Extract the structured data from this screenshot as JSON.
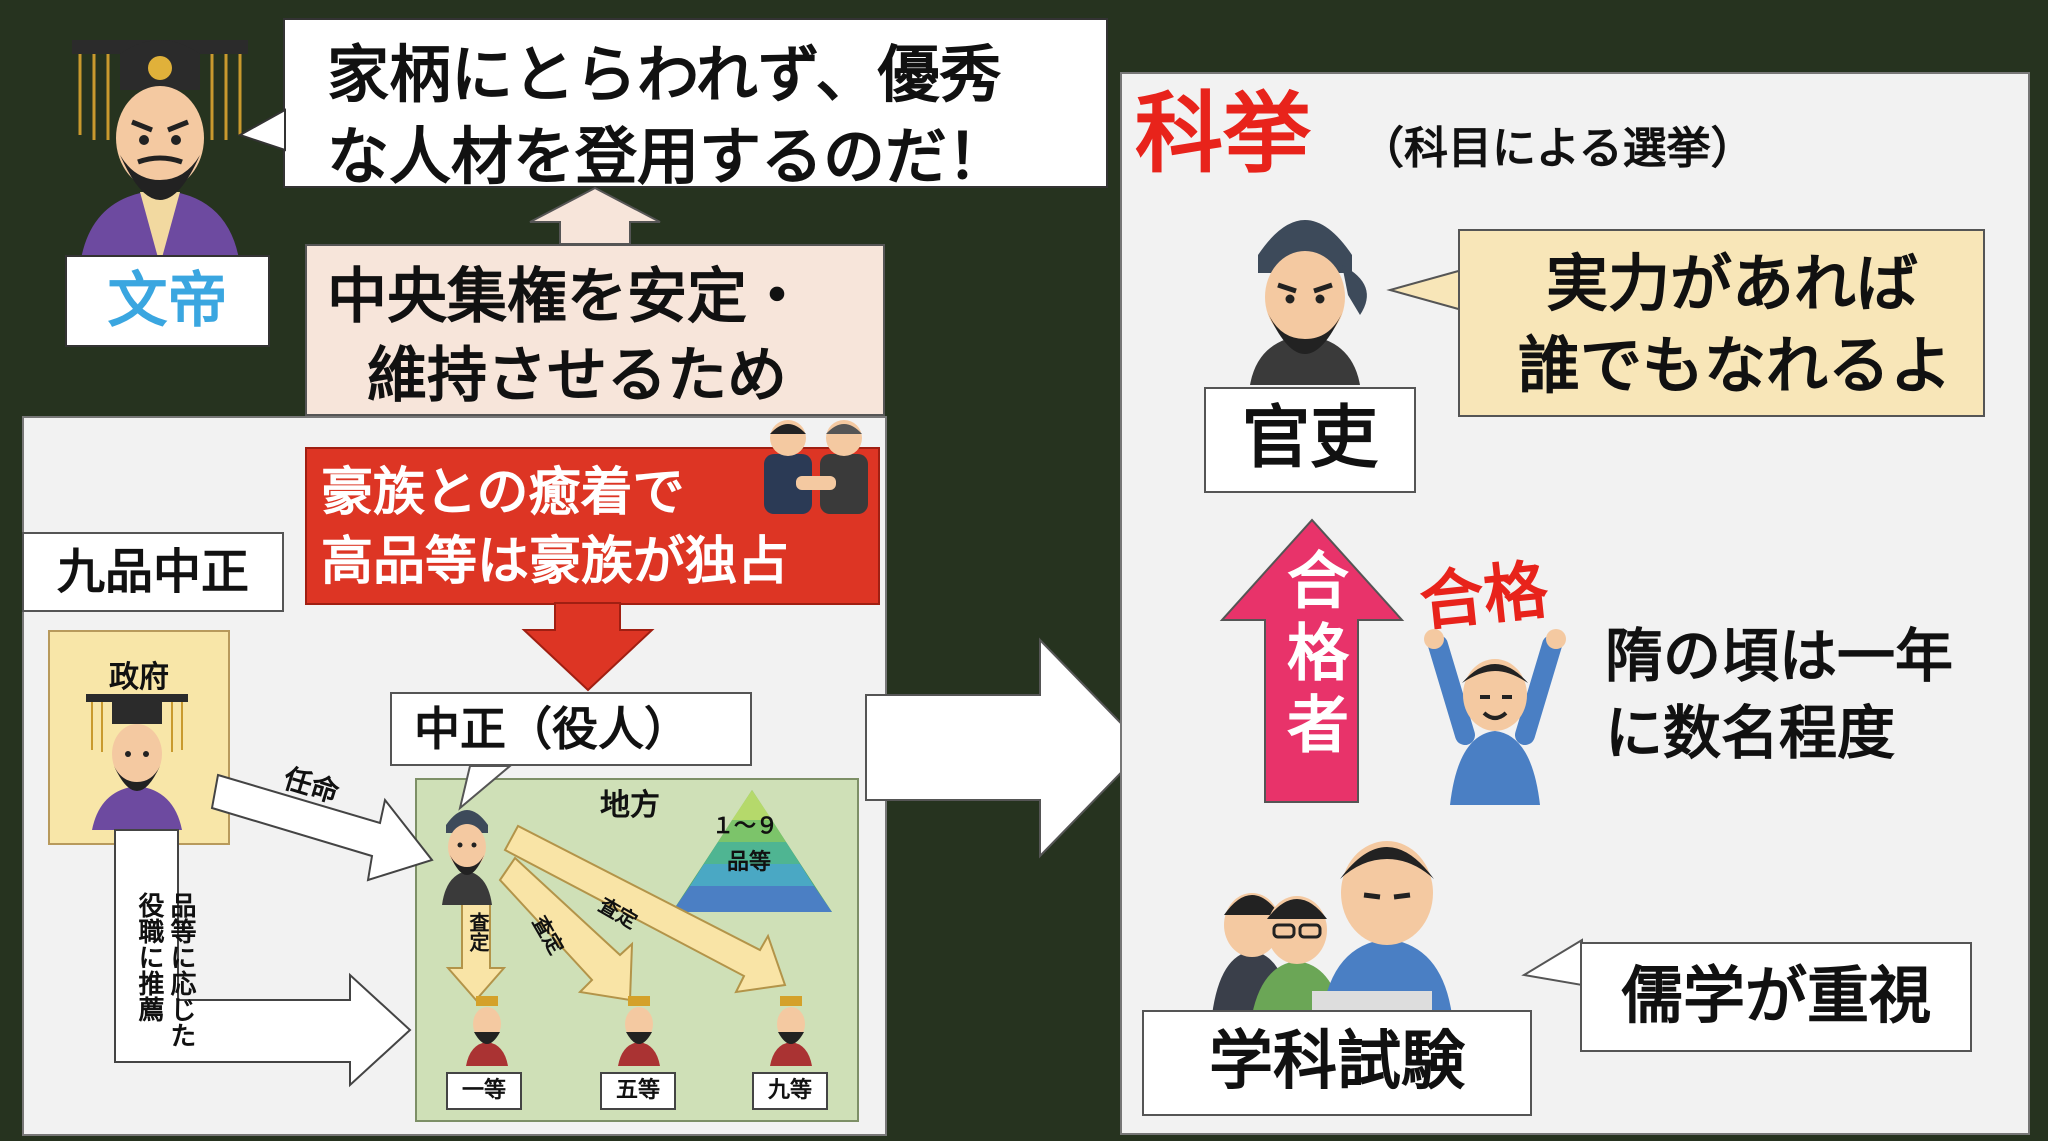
{
  "emperor": {
    "name": "文帝"
  },
  "emperor_speech": {
    "line1": "家柄にとらわれず、優秀",
    "line2": "な人材を登用するのだ！"
  },
  "purpose": {
    "line1": "中央集権を安定・",
    "line2": "維持させるため"
  },
  "kyuhin": {
    "title": "九品中正",
    "problem_line1": "豪族との癒着で",
    "problem_line2": "高品等は豪族が独占",
    "government_label": "政府",
    "chusei_label": "中正（役人）",
    "appoint_label": "任命",
    "recommend_label": "品等に応じた役職に推薦",
    "region_label": "地方",
    "pyramid_label_top": "１～９",
    "pyramid_label_bottom": "品等",
    "assess_label": "査定",
    "ranks": [
      "一等",
      "五等",
      "九等"
    ]
  },
  "kakyo": {
    "title": "科挙",
    "subtitle": "（科目による選挙）",
    "official_label": "官吏",
    "official_speech_line1": "実力があれば",
    "official_speech_line2": "誰でもなれるよ",
    "passers_label": "合格者",
    "pass_text": "合格",
    "pass_note_line1": "隋の頃は一年",
    "pass_note_line2": "に数名程度",
    "exam_label": "学科試験",
    "exam_speech": "儒学が重視"
  },
  "colors": {
    "background": "#26331f",
    "kakyo_title": "#e8231b",
    "emperor_name": "#3aa6e0",
    "problem_box": "#dd3524",
    "pass_arrow": "#e8336a",
    "purpose_box": "#f7e5da",
    "government_box": "#f8e6a8",
    "region_box": "#cfe0b7",
    "assess_arrow": "#f9e4a6"
  }
}
